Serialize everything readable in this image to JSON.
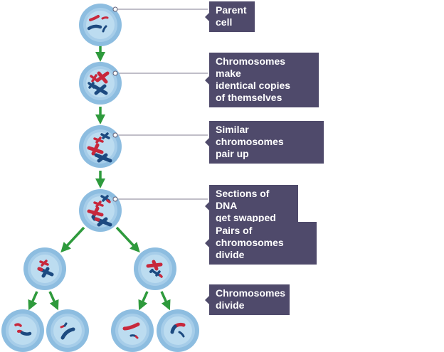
{
  "title": "Meiosis stages",
  "labels": [
    {
      "id": "parent-cell",
      "text": "Parent cell"
    },
    {
      "id": "copies",
      "text": "Chromosomes make\nidentical copies\nof themselves"
    },
    {
      "id": "pair-up",
      "text": "Similar chromosomes\npair up"
    },
    {
      "id": "swapped",
      "text": "Sections of DNA\nget swapped"
    },
    {
      "id": "pairs-divide",
      "text": "Pairs of\nchromosomes divide"
    },
    {
      "id": "chromosomes-divide",
      "text": "Chromosomes\ndivide"
    }
  ],
  "colors": {
    "cell_outer": "#8dbde0",
    "cell_mid": "#a6cde9",
    "cell_inner": "#bcdcf0",
    "chromosome_red": "#c8283c",
    "chromosome_blue": "#1c4a80",
    "arrow": "#2e9a3c",
    "leader_line": "#9a98a8",
    "label_bg": "#4f4a6b"
  }
}
